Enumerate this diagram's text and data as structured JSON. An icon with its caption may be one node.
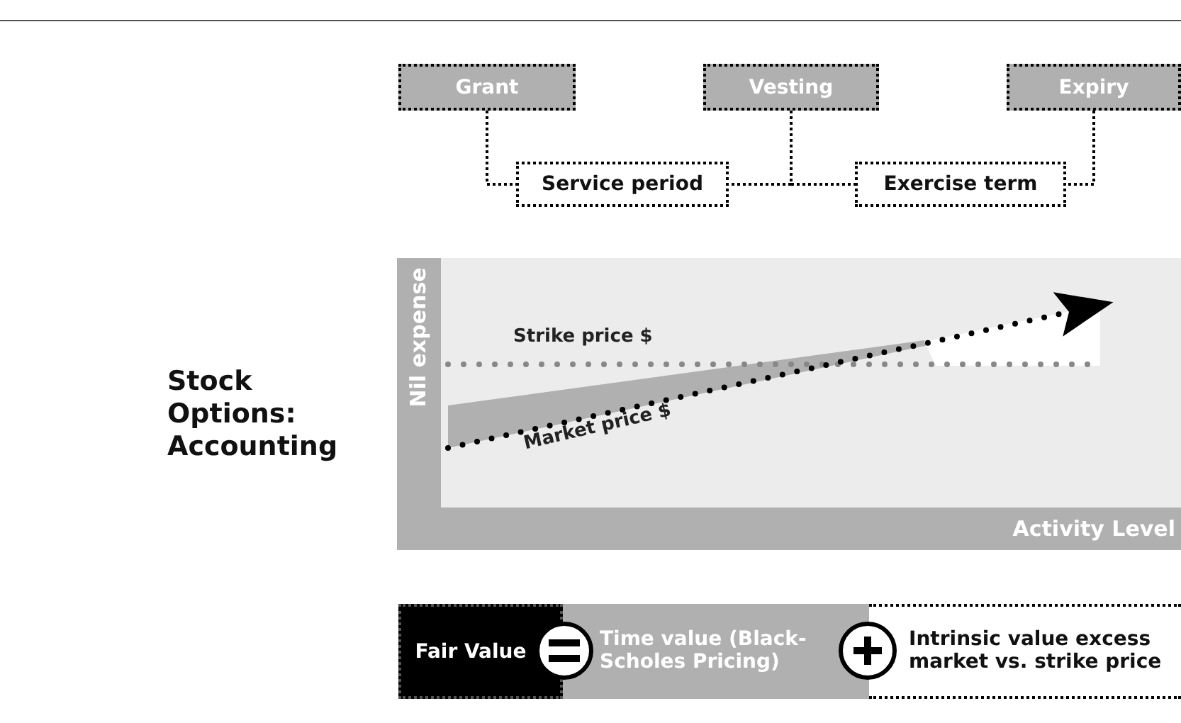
{
  "diagram": {
    "title": "Stock Options: Accounting",
    "nodes": [
      {
        "text": [
          "Grant"
        ]
      },
      {
        "text": [
          "Vesting"
        ]
      },
      {
        "text": [
          "Expiry"
        ]
      },
      {
        "text": [
          "Service period"
        ]
      },
      {
        "text": [
          "Exercise term"
        ]
      },
      {
        "text": [
          "Fair Value"
        ]
      },
      {
        "text": [
          "Time value (Black-Scholes Pricing)"
        ]
      },
      {
        "text": [
          "Intrinsic value excess market vs. strike price"
        ]
      }
    ],
    "edges": [
      {
        "from": 0,
        "to": 3,
        "arrow": "none"
      },
      {
        "from": 1,
        "to": 3,
        "arrow": "none"
      },
      {
        "from": 1,
        "to": 4,
        "arrow": "none"
      },
      {
        "from": 2,
        "to": 4,
        "arrow": "none"
      }
    ],
    "labels": [
      "Nil expense",
      "Strike price $",
      "Market price $",
      "Activity Level"
    ]
  }
}
